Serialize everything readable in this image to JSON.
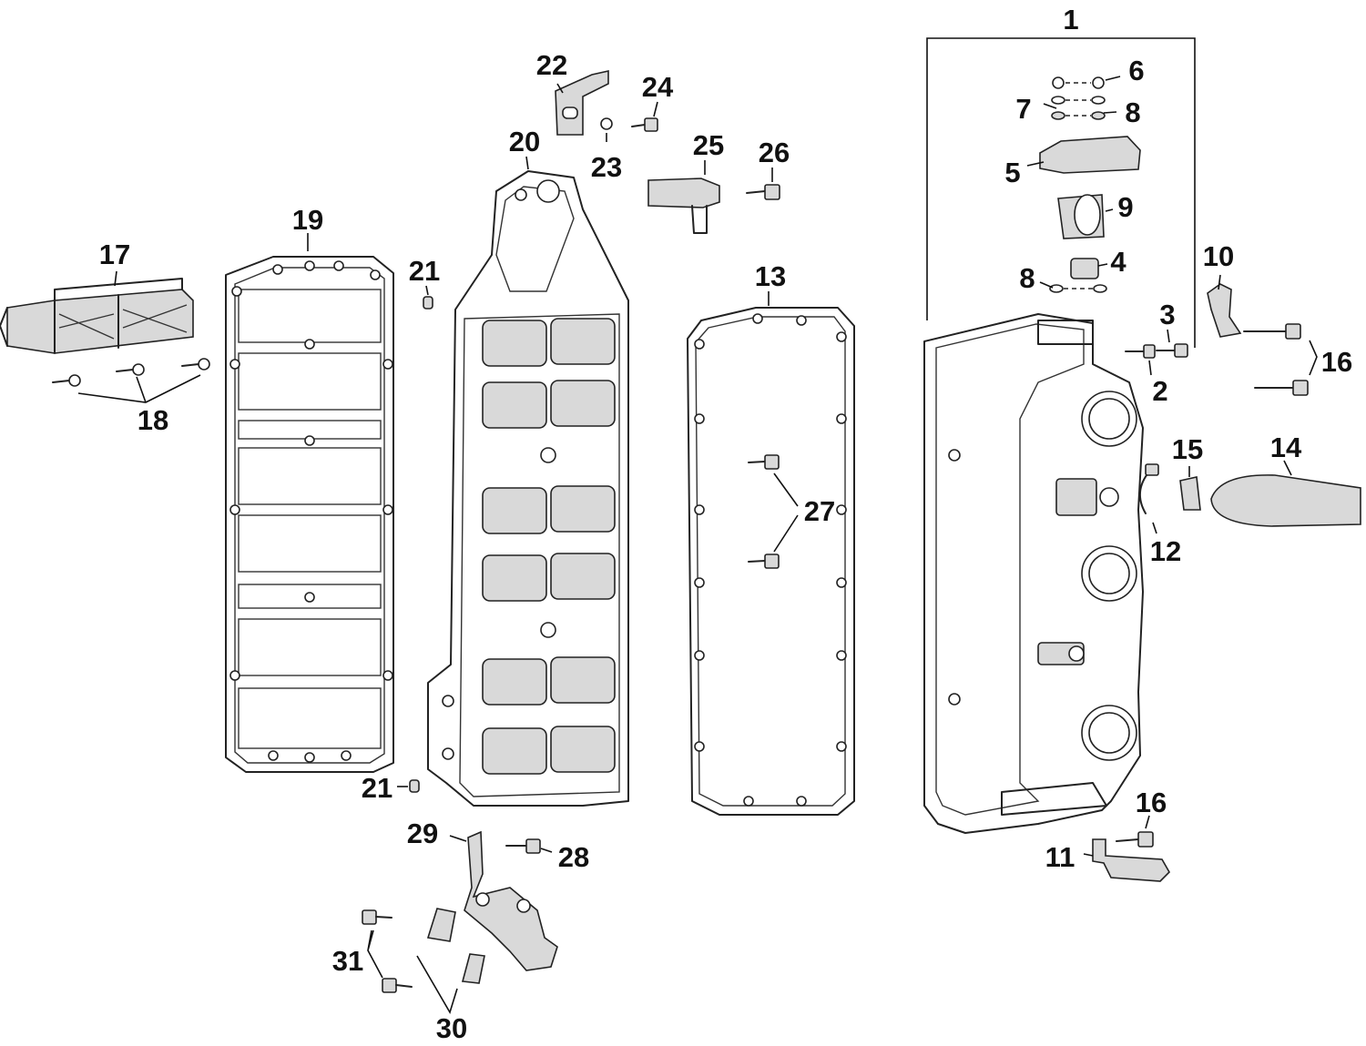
{
  "diagram": {
    "callouts": {
      "c1": "1",
      "c2": "2",
      "c3": "3",
      "c4": "4",
      "c5": "5",
      "c6": "6",
      "c7": "7",
      "c8a": "8",
      "c8b": "8",
      "c9": "9",
      "c10": "10",
      "c11": "11",
      "c12": "12",
      "c13": "13",
      "c14": "14",
      "c15": "15",
      "c16a": "16",
      "c16b": "16",
      "c17": "17",
      "c18": "18",
      "c19": "19",
      "c20": "20",
      "c21a": "21",
      "c21b": "21",
      "c22": "22",
      "c23": "23",
      "c24": "24",
      "c25": "25",
      "c26": "26",
      "c27": "27",
      "c28": "28",
      "c29": "29",
      "c30": "30",
      "c31": "31"
    }
  }
}
